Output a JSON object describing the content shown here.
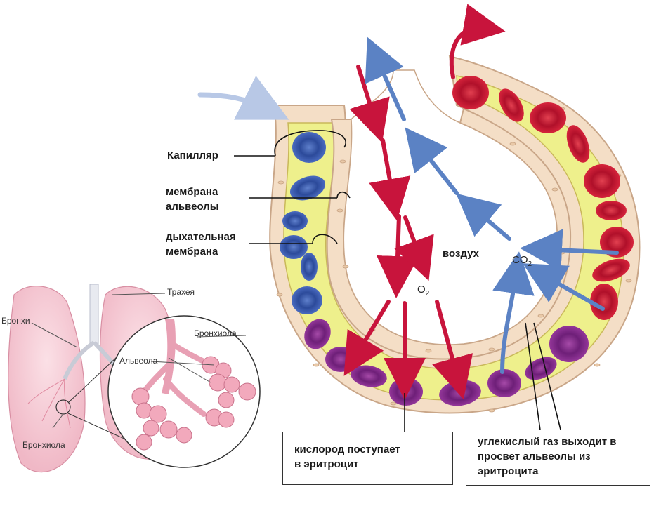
{
  "labels": {
    "capillary": "Капилляр",
    "alveolar_membrane_1": "мембрана",
    "alveolar_membrane_2": "альвеолы",
    "respiratory_membrane_1": "дыхательная",
    "respiratory_membrane_2": "мембрана",
    "air": "воздух",
    "o2_main": "O",
    "o2_sub": "2",
    "co2_main": "CO",
    "co2_sub": "2"
  },
  "inset": {
    "trachea": "Трахея",
    "bronchi": "Бронхи",
    "bronchiole_top": "Бронхиола",
    "alveola": "Альвеола",
    "bronchiole_bottom": "Бронхиола"
  },
  "callouts": {
    "oxygen_line1": "кислород поступает",
    "oxygen_line2": "в эритроцит",
    "co2_line1": "углекислый газ выходит в",
    "co2_line2": "просвет альвеолы из",
    "co2_line3": "эритроцита"
  },
  "colors": {
    "oxygen_arrow": "#c8143c",
    "co2_arrow": "#5b82c4",
    "plasma": "#eef08c",
    "wall": "#f2dcc4",
    "rbc_oxygenated": "#c41a2e",
    "rbc_deoxygenated": "#3f5fb0",
    "rbc_mixed": "#8a2d8e"
  }
}
